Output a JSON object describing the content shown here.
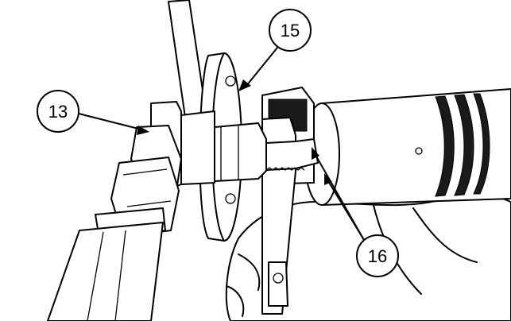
{
  "callouts": {
    "c13": "13",
    "c15": "15",
    "c16": "16"
  },
  "colors": {
    "line": "#000000",
    "background": "#ffffff"
  }
}
